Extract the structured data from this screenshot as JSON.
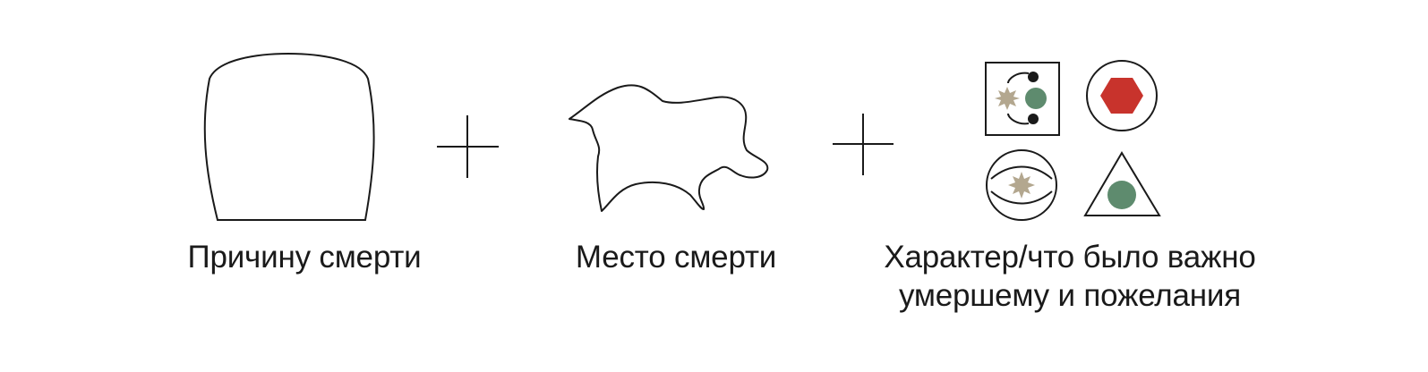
{
  "items": [
    {
      "label": "Причину смерти"
    },
    {
      "label": "Место смерти"
    },
    {
      "label_lines": [
        "Характер/что было важно",
        "умершему и пожелания"
      ]
    }
  ],
  "icons": {
    "cause": "tombstone-outline-icon",
    "place": "map-region-outline-icon",
    "character": [
      "square-symbol-icon",
      "hexagon-in-circle-icon",
      "eye-in-circle-icon",
      "dot-in-triangle-icon"
    ]
  },
  "colors": {
    "line": "#1a1a1a",
    "green": "#5e8b6e",
    "red": "#c8332c",
    "beige": "#b3a78f"
  }
}
